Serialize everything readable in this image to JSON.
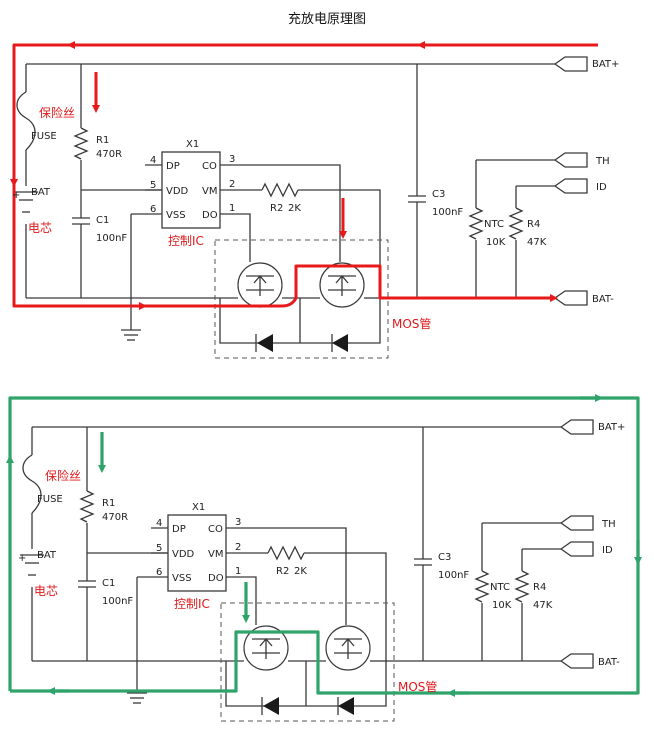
{
  "title": "充放电原理图",
  "labels": {
    "bat_plus": "BAT+",
    "bat_minus": "BAT-",
    "th": "TH",
    "id": "ID",
    "fuse": "FUSE",
    "fuse_cn": "保险丝",
    "bat": "BAT",
    "cell_cn": "电芯",
    "r1": "R1",
    "r1_val": "470R",
    "c1": "C1",
    "c1_val": "100nF",
    "x1": "X1",
    "dp": "DP",
    "vdd": "VDD",
    "vss": "VSS",
    "co": "CO",
    "vm": "VM",
    "do": "DO",
    "pin4": "4",
    "pin5": "5",
    "pin6": "6",
    "pin3": "3",
    "pin2": "2",
    "pin1": "1",
    "ic_cn": "控制IC",
    "r2": "R2",
    "r2_val": "2K",
    "c3": "C3",
    "c3_val": "100nF",
    "ntc": "NTC",
    "ntc_val": "10K",
    "r4": "R4",
    "r4_val": "47K",
    "mos_cn": "MOS管",
    "plus": "+"
  },
  "colors": {
    "charge_path": "#e8191b",
    "discharge_path": "#2fa36a",
    "wire": "#3a3a3a",
    "cn_label": "#e0191b"
  }
}
